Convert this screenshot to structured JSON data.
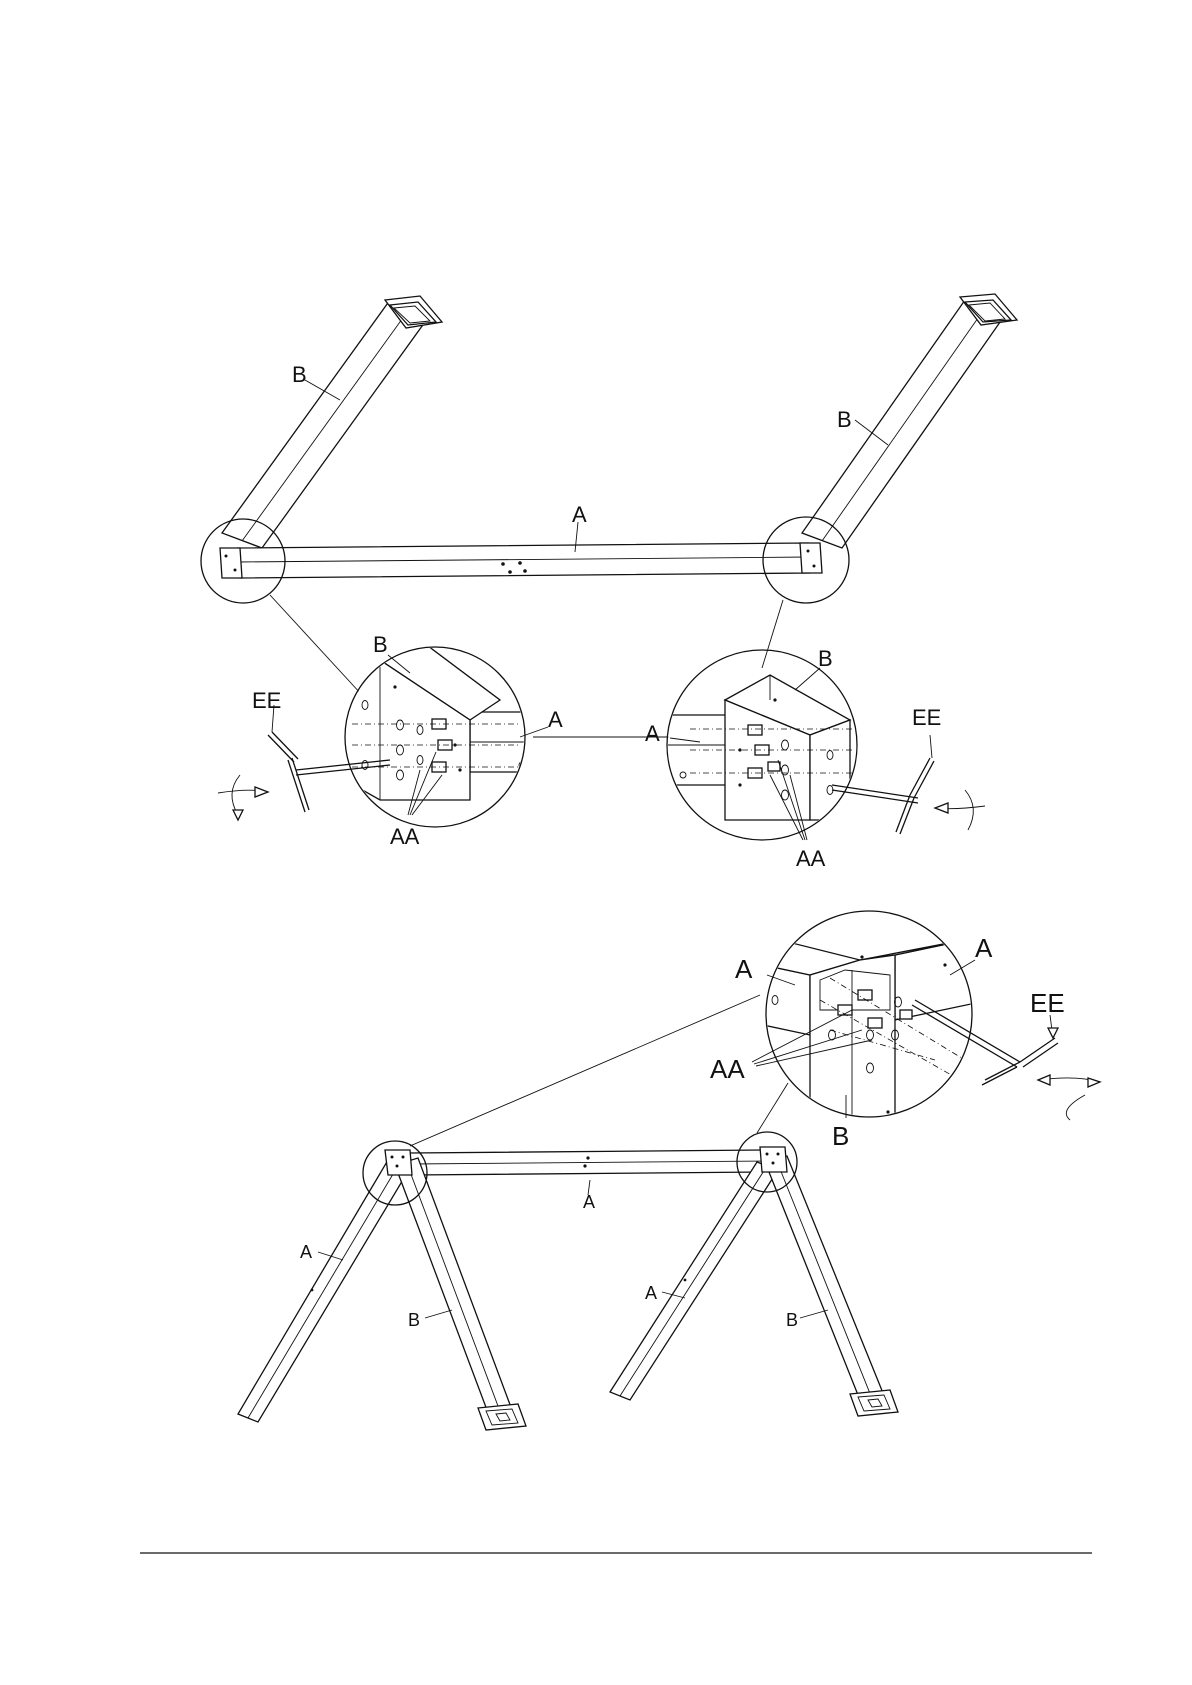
{
  "labels": {
    "part_a": "A",
    "part_b": "B",
    "bolt_aa": "AA",
    "wrench_ee": "EE"
  }
}
